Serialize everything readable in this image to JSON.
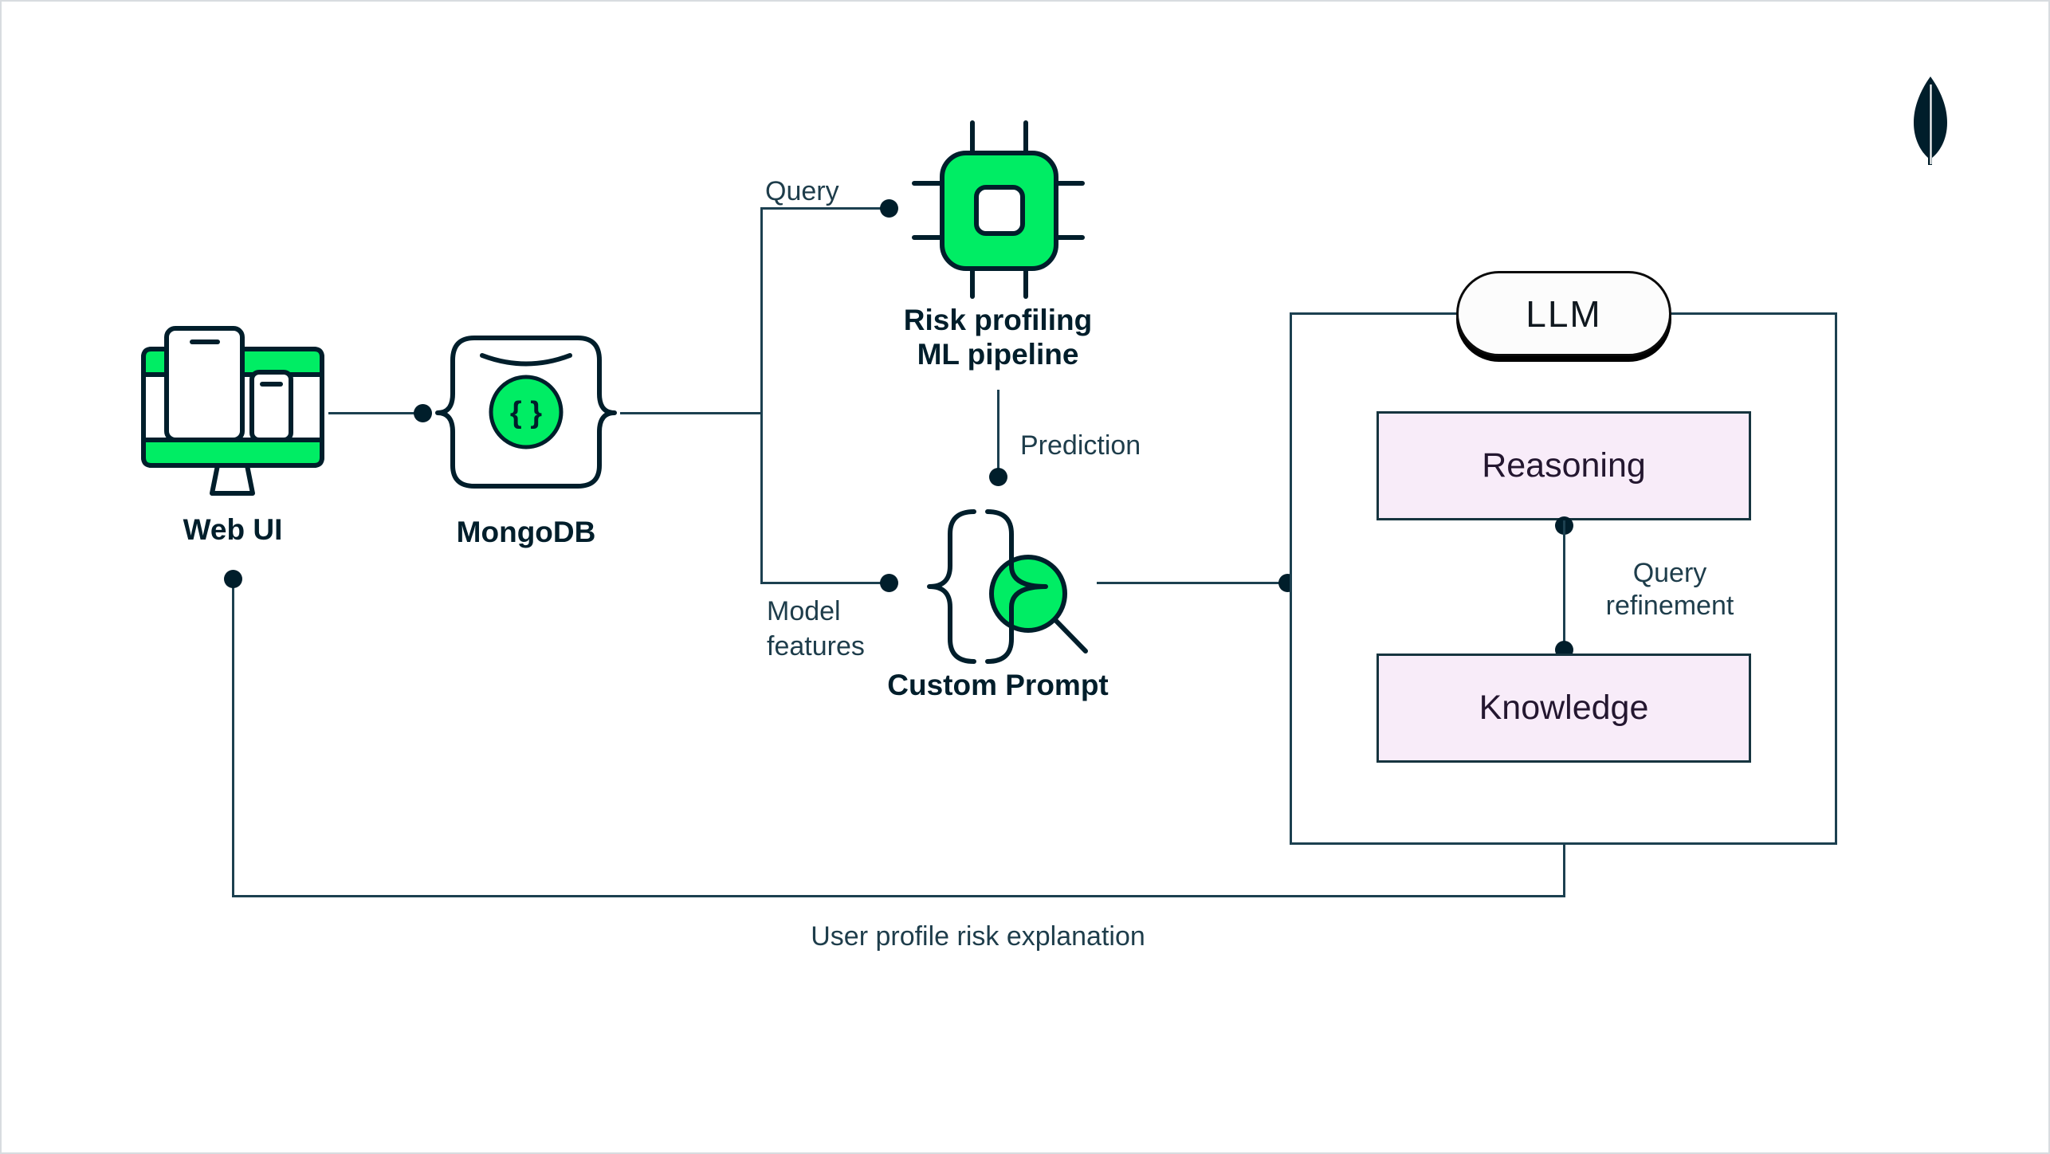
{
  "colors": {
    "green": "#00ED64",
    "ink": "#001E2B",
    "connector": "#1C4050",
    "pink_box_fill": "#F8ECF9",
    "background": "#FFFFFF"
  },
  "logo": {
    "name": "mongodb-leaf"
  },
  "nodes": {
    "web_ui": {
      "label": "Web UI"
    },
    "mongodb": {
      "label": "MongoDB",
      "glyph": "{ }"
    },
    "ml_pipeline": {
      "label_line1": "Risk profiling",
      "label_line2": "ML pipeline"
    },
    "custom_prompt": {
      "label": "Custom Prompt"
    },
    "llm": {
      "label": "LLM"
    },
    "reasoning": {
      "label": "Reasoning"
    },
    "knowledge": {
      "label": "Knowledge"
    }
  },
  "annotations": {
    "query": "Query",
    "prediction": "Prediction",
    "model_features_line1": "Model",
    "model_features_line2": "features",
    "query_refinement_line1": "Query",
    "query_refinement_line2": "refinement",
    "feedback": "User profile risk explanation"
  }
}
